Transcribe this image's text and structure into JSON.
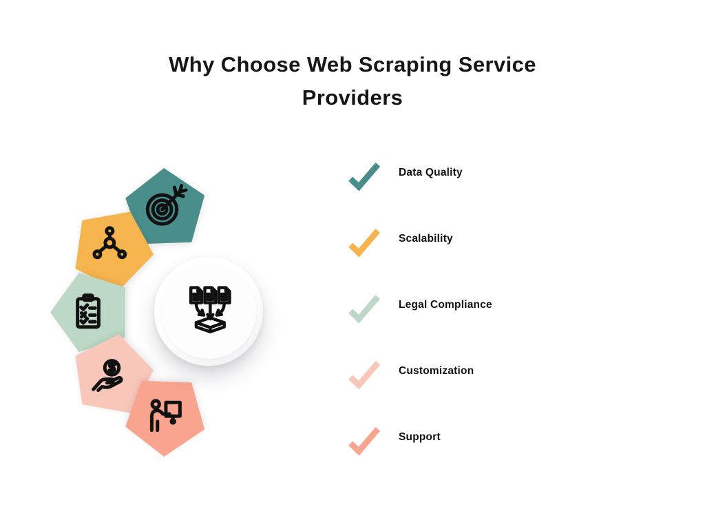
{
  "title": {
    "line1": "Why Choose Web Scraping Service",
    "line2": "Providers"
  },
  "colors": {
    "teal": "#4A8E8C",
    "orange": "#F6B44F",
    "sage": "#BDD8C6",
    "blush": "#F9C7BA",
    "salmon": "#F8A48F",
    "ink": "#161616",
    "background": "#FFFFFF"
  },
  "ring": {
    "center_icon": "documents-into-tray-data-collection-icon",
    "items": [
      {
        "id": "data-quality",
        "icon": "target-icon",
        "color": "#4A8E8C"
      },
      {
        "id": "scalability",
        "icon": "molecule-icon",
        "color": "#F6B44F"
      },
      {
        "id": "legal-compliance",
        "icon": "checklist-icon",
        "color": "#BDD8C6"
      },
      {
        "id": "customization",
        "icon": "hand-coin-icon",
        "color": "#F9C7BA"
      },
      {
        "id": "support",
        "icon": "presenter-icon",
        "color": "#F8A48F"
      }
    ]
  },
  "checklist": [
    {
      "label": "Data Quality",
      "check_color": "#4A8E8C"
    },
    {
      "label": "Scalability",
      "check_color": "#F6B44F"
    },
    {
      "label": "Legal Compliance",
      "check_color": "#BDD8C6"
    },
    {
      "label": "Customization",
      "check_color": "#F9C7BA"
    },
    {
      "label": "Support",
      "check_color": "#F8A48F"
    }
  ]
}
